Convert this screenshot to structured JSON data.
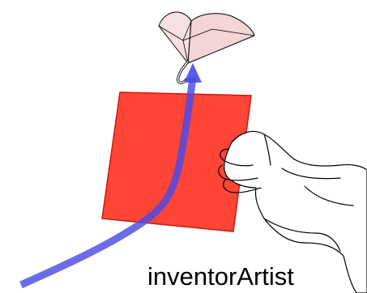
{
  "caption": "inventorArtist",
  "colors": {
    "paper_fill": "#ff3b2b",
    "paper_stroke": "#cc1a10",
    "arrow": "#4a4ae6",
    "flower_fill": "#f6e0e2",
    "outline": "#000000"
  },
  "icons": [
    "folded-paper-flower",
    "hook",
    "red-paper-square",
    "hand",
    "curved-arrow"
  ]
}
